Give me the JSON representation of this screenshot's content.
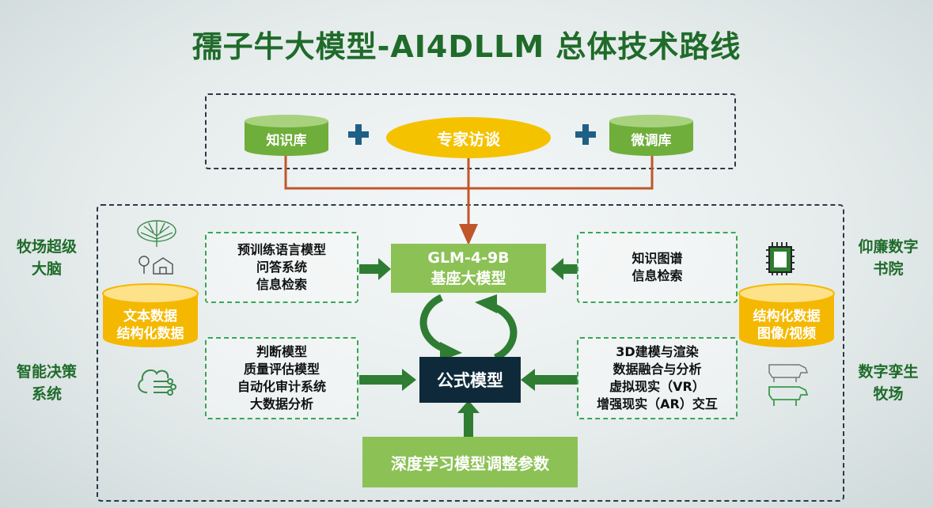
{
  "title": "孺子牛大模型-AI4DLLM 总体技术路线",
  "top_row": {
    "left_db": "知识库",
    "expert": "专家访谈",
    "right_db": "微调库"
  },
  "core": {
    "glm_line1": "GLM-4-9B",
    "glm_line2": "基座大模型",
    "formula": "公式模型",
    "deep": "深度学习模型调整参数"
  },
  "left_top_box": [
    "预训练语言模型",
    "问答系统",
    "信息检索"
  ],
  "left_bottom_box": [
    "判断模型",
    "质量评估模型",
    "自动化审计系统",
    "大数据分析"
  ],
  "right_top_box": [
    "知识图谱",
    "信息检索"
  ],
  "right_bottom_box": [
    "3D建模与渲染",
    "数据融合与分析",
    "虚拟现实（VR）",
    "增强现实（AR）交互"
  ],
  "left_cylinder": [
    "文本数据",
    "结构化数据"
  ],
  "right_cylinder": [
    "结构化数据",
    "图像/视频"
  ],
  "side_labels": {
    "left_top": [
      "牧场超级",
      "大脑"
    ],
    "left_bottom": [
      "智能决策",
      "系统"
    ],
    "right_top": [
      "仰廉数字",
      "书院"
    ],
    "right_bottom": [
      "数字孪生",
      "牧场"
    ]
  },
  "colors": {
    "title": "#1f6b2a",
    "green": "#8cc155",
    "dark": "#0e2a3a",
    "orange_line": "#c0562a",
    "arrow_green": "#2e7d32",
    "gold": "#f5c200"
  },
  "icons": [
    "brain-tree-icon",
    "farm-icon",
    "cloud-network-icon",
    "chip-icon",
    "cow-icon"
  ]
}
